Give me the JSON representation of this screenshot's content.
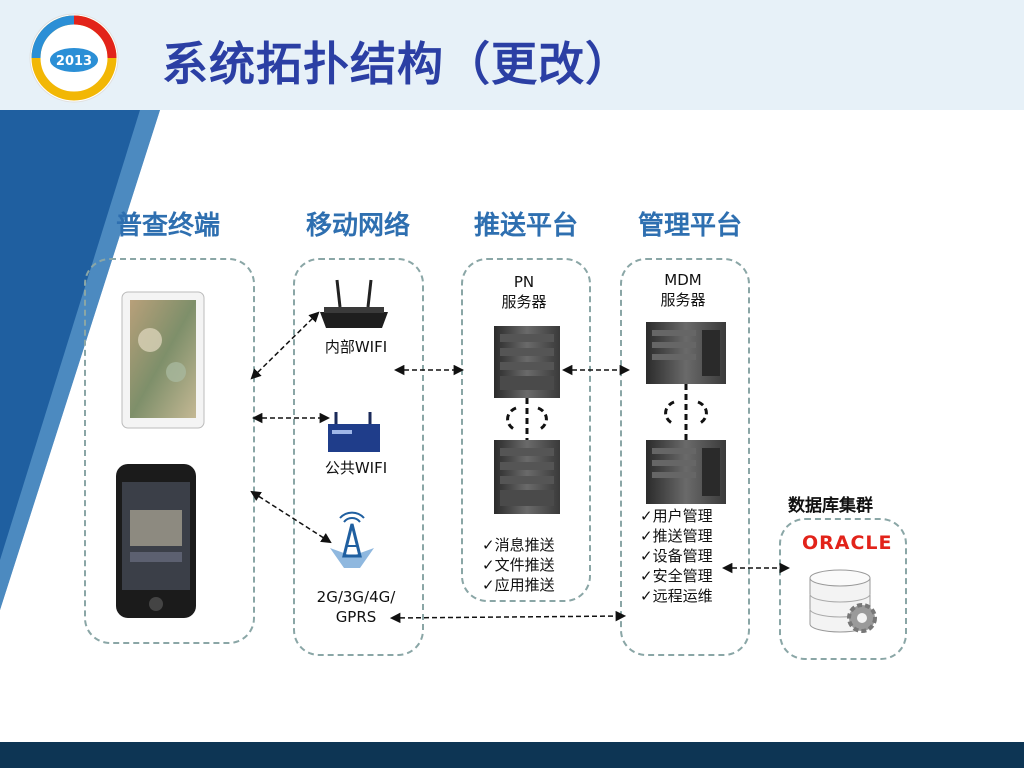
{
  "slide": {
    "title": "系统拓扑结构（更改）",
    "logo_text": "2013"
  },
  "columns": [
    {
      "title": "普查终端"
    },
    {
      "title": "移动网络"
    },
    {
      "title": "推送平台"
    },
    {
      "title": "管理平台"
    }
  ],
  "network": {
    "internal_wifi": "内部WIFI",
    "public_wifi": "公共WIFI",
    "cellular_line1": "2G/3G/4G/",
    "cellular_line2": "GPRS"
  },
  "push_platform": {
    "server_line1": "PN",
    "server_line2": "服务器",
    "features": [
      "消息推送",
      "文件推送",
      "应用推送"
    ]
  },
  "management_platform": {
    "server_line1": "MDM",
    "server_line2": "服务器",
    "features": [
      "用户管理",
      "推送管理",
      "设备管理",
      "安全管理",
      "远程运维"
    ]
  },
  "database": {
    "title": "数据库集群",
    "vendor": "ORACLE"
  },
  "colors": {
    "title": "#2b3fa4",
    "column_title": "#2e6fb0",
    "wedge": "#1f5fa0",
    "footer": "#0d3554",
    "oracle": "#e2231a"
  }
}
